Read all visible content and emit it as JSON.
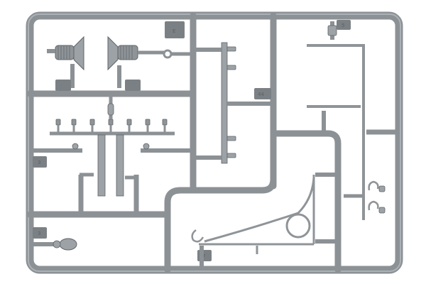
{
  "photo": {
    "subject": "model-kit-sprue",
    "colors": {
      "background": "#ffffff",
      "plastic": "#8f9498",
      "plastic_light": "#aeb3b7",
      "plastic_dark": "#5f6468",
      "tab": "#7b8084"
    }
  },
  "frame_tags": [
    {
      "id": "tag-e",
      "text": "E"
    },
    {
      "id": "tag-top-right",
      "text": "5"
    },
    {
      "id": "tag-44",
      "text": "44"
    },
    {
      "id": "tag-left-mid",
      "text": "3"
    },
    {
      "id": "tag-bottom-left",
      "text": "3"
    },
    {
      "id": "tag-bottom-mid",
      "text": "7"
    }
  ]
}
